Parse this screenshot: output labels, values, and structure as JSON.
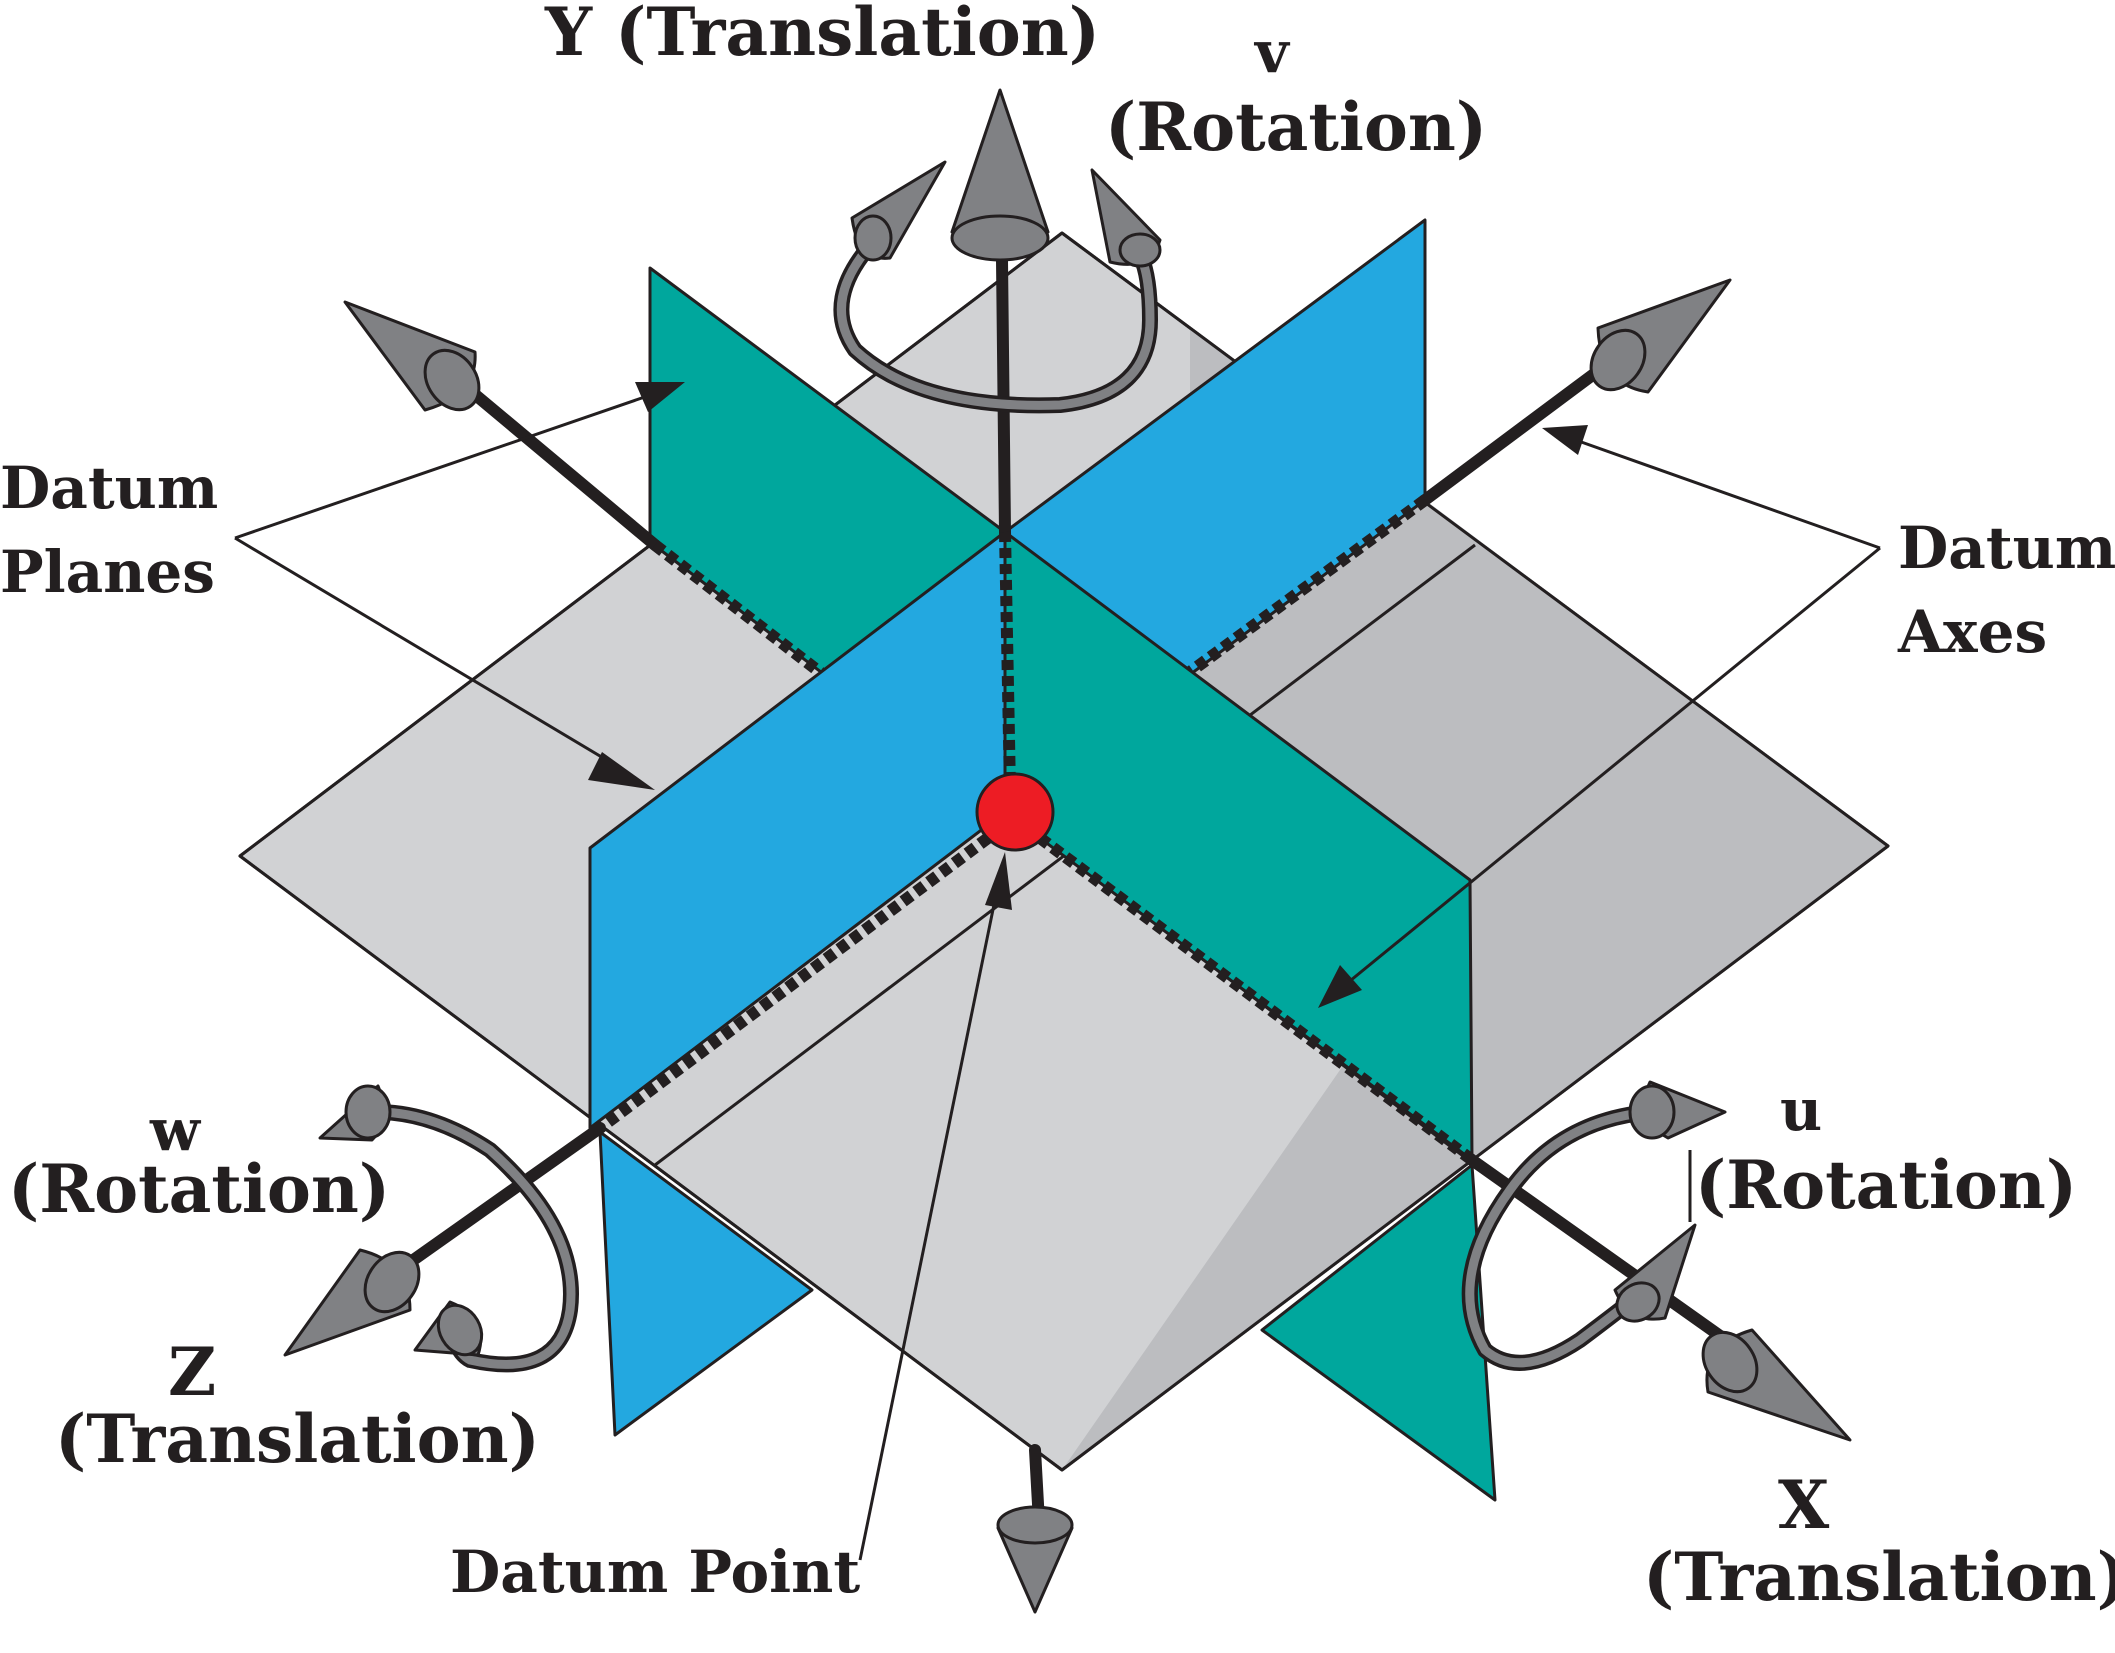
{
  "labels": {
    "y_axis": "Y (Translation)",
    "v_letter": "v",
    "v_rotation": "(Rotation)",
    "datum_planes_line1": "Datum",
    "datum_planes_line2": "Planes",
    "datum_axes_line1": "Datum",
    "datum_axes_line2": "Axes",
    "w_letter": "w",
    "w_rotation": "(Rotation)",
    "u_letter": "u",
    "u_rotation": "(Rotation)",
    "z_letter": "Z",
    "z_translation": "(Translation)",
    "x_letter": "X",
    "x_translation": "(Translation)",
    "datum_point": "Datum Point"
  },
  "colors": {
    "plane_light": "#d1d2d4",
    "plane_dark": "#bcbdc0",
    "plane_blue": "#23a8e0",
    "plane_teal": "#00a79d",
    "arrow_gray": "#808184",
    "outline": "#231f20",
    "datum_point": "#ed1c24"
  }
}
